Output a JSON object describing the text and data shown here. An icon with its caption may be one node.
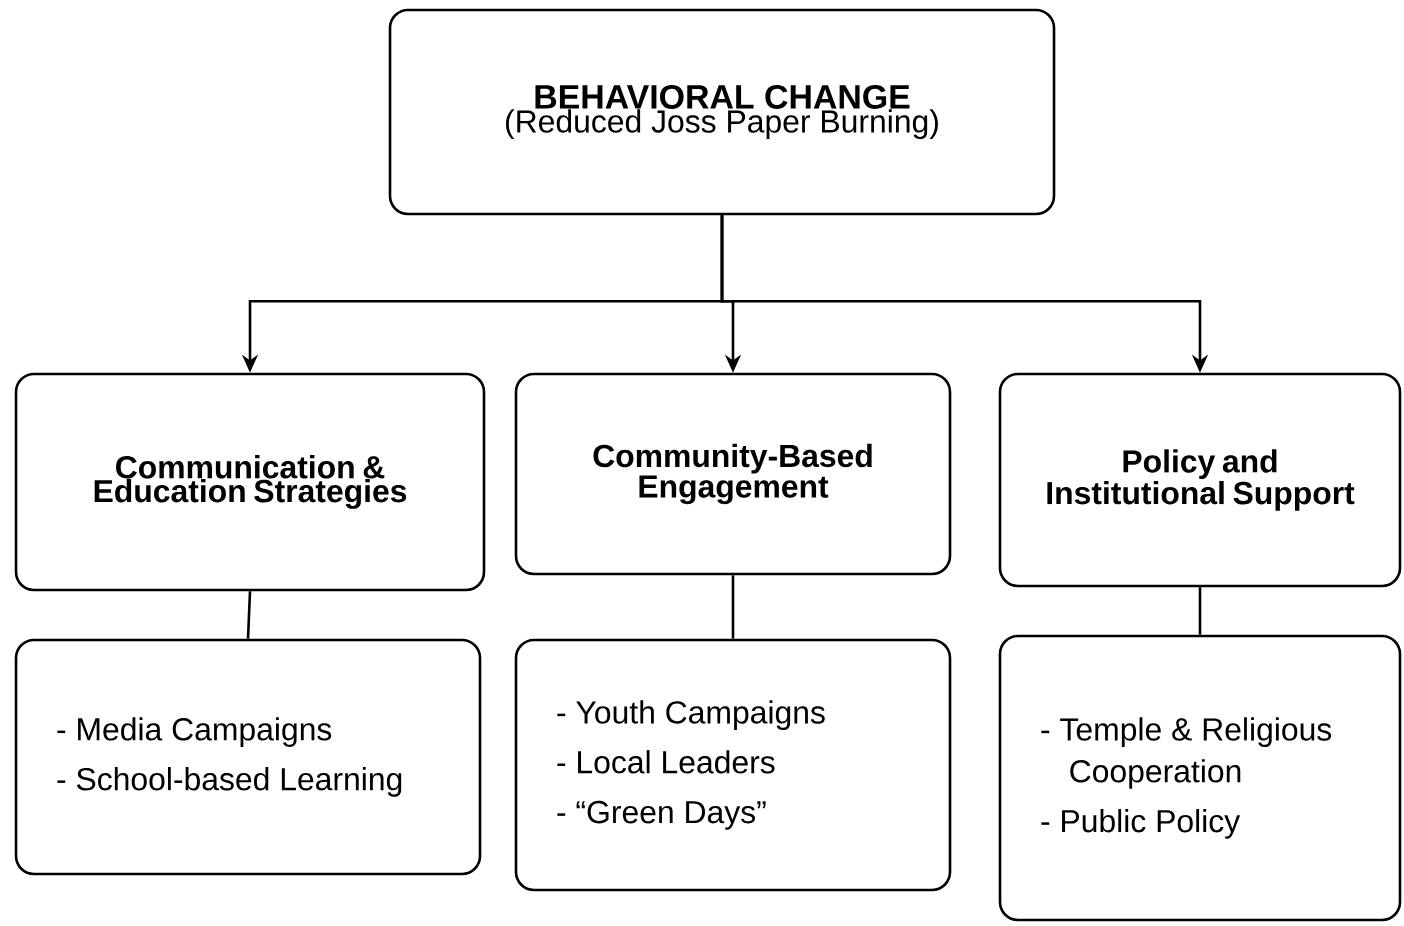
{
  "diagram": {
    "nodes": [
      {
        "text": [
          "BEHAVIORAL CHANGE",
          "(Reduced Joss Paper Burning)"
        ]
      },
      {
        "text": [
          "Communication & Education Strategies"
        ]
      },
      {
        "text": [
          "Community-Based Engagement"
        ]
      },
      {
        "text": [
          "Policy and Institutional Support"
        ]
      },
      {
        "text": [
          "- Media Campaigns",
          "- School-based Learning"
        ]
      },
      {
        "text": [
          "- Youth Campaigns",
          "- Local Leaders",
          "- “Green Days”"
        ]
      },
      {
        "text": [
          "- Temple & Religious Cooperation",
          "- Public Policy"
        ]
      }
    ],
    "edges": [
      {
        "from": 0,
        "to": 1,
        "arrow": "to"
      },
      {
        "from": 0,
        "to": 2,
        "arrow": "to"
      },
      {
        "from": 0,
        "to": 3,
        "arrow": "to"
      },
      {
        "from": 1,
        "to": 4,
        "arrow": "none"
      },
      {
        "from": 2,
        "to": 5,
        "arrow": "none"
      },
      {
        "from": 3,
        "to": 6,
        "arrow": "none"
      }
    ]
  }
}
